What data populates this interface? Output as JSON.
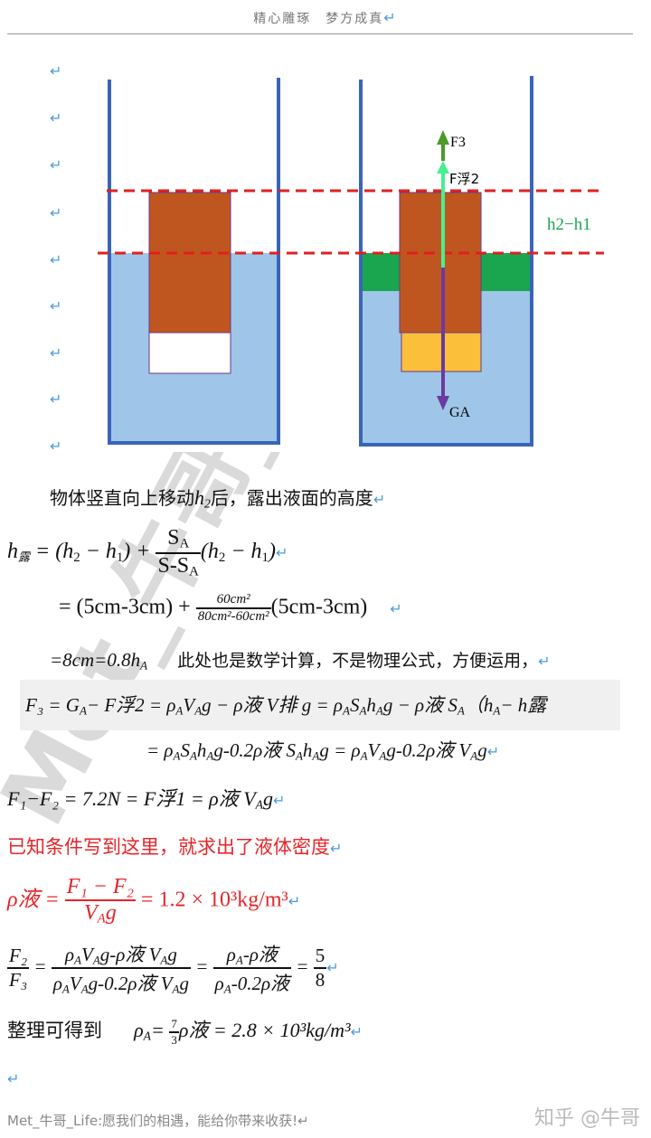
{
  "header": {
    "text": "精心雕琢　梦方成真",
    "return_mark": "↵"
  },
  "diagram": {
    "labels": {
      "f3": "F3",
      "f_float2": "F浮2",
      "ga": "GA",
      "h_diff": "h2−h1"
    },
    "colors": {
      "water": "#9fc5e8",
      "block": "#c0561f",
      "wall": "#3a64b8",
      "green_band": "#1aa64f",
      "yellow": "#fbbf3a",
      "dash": "#e02020",
      "arrow_up": "#45f08f",
      "arrow_top": "#4c9a2a",
      "arrow_down": "#6a3aa0"
    }
  },
  "watermark": "Met_牛哥_Life",
  "intro": {
    "pre": "物体竖直向上移动",
    "var": "h",
    "sub": "2",
    "post": "后，露出液面的高度"
  },
  "eq1": {
    "lhs": "h",
    "lhs_sub": "露",
    "a": "= (h",
    "a2": "2",
    "a3": " − h",
    "a4": "1",
    "a5": ") +",
    "num": "S",
    "num_sub": "A",
    "den": "S-S",
    "den_sub": "A",
    "b": "(h",
    "b2": "2",
    "b3": " − h",
    "b4": "1",
    "b5": ")"
  },
  "eq2": {
    "a": "= (5cm-3cm) +",
    "num": "60cm²",
    "den": "80cm²-60cm²",
    "b": "(5cm-3cm)"
  },
  "eq3": {
    "a": "=8cm=0.8",
    "h": "h",
    "sub": "A",
    "note": "此处也是数学计算，不是物理公式，方便运用，"
  },
  "eq4": {
    "text": "F₃ = G_A − F浮2 = ρ_A V_A g − ρ液 V排 g  = ρ_A S_A h_A g − ρ液 S_A（h_A − h露"
  },
  "eq5": {
    "text": "= ρ_A S_A h_A g-0.2ρ液 S_A h_A g = ρ_A V_A g-0.2ρ液 V_A g"
  },
  "eq6": {
    "text": "F₁−F₂ = 7.2N = F浮1 = ρ液 V_A g"
  },
  "note_red": "已知条件写到这里，就求出了液体密度",
  "eq7": {
    "lhs": "ρ液 =",
    "num": "F₁ − F₂",
    "den": "V_A g",
    "rhs": "= 1.2 × 10³kg/m³"
  },
  "eq8": {
    "l_num": "F₂",
    "l_den": "F₃",
    "m_num": "ρ_A V_A g-ρ液 V_A g",
    "m_den": "ρ_A V_A g-0.2ρ液 V_A g",
    "r_num": "ρ_A-ρ液",
    "r_den": "ρ_A-0.2ρ液",
    "f_num": "5",
    "f_den": "8"
  },
  "eq9": {
    "label": "整理可得到",
    "a": "ρ_A =",
    "num": "7",
    "den": "3",
    "b": "ρ液 = 2.8 × 10³kg/m³"
  },
  "footer": {
    "left": "Met_牛哥_Life:愿我们的相遇，能给你带来收获!",
    "right": "知乎 @牛哥"
  }
}
